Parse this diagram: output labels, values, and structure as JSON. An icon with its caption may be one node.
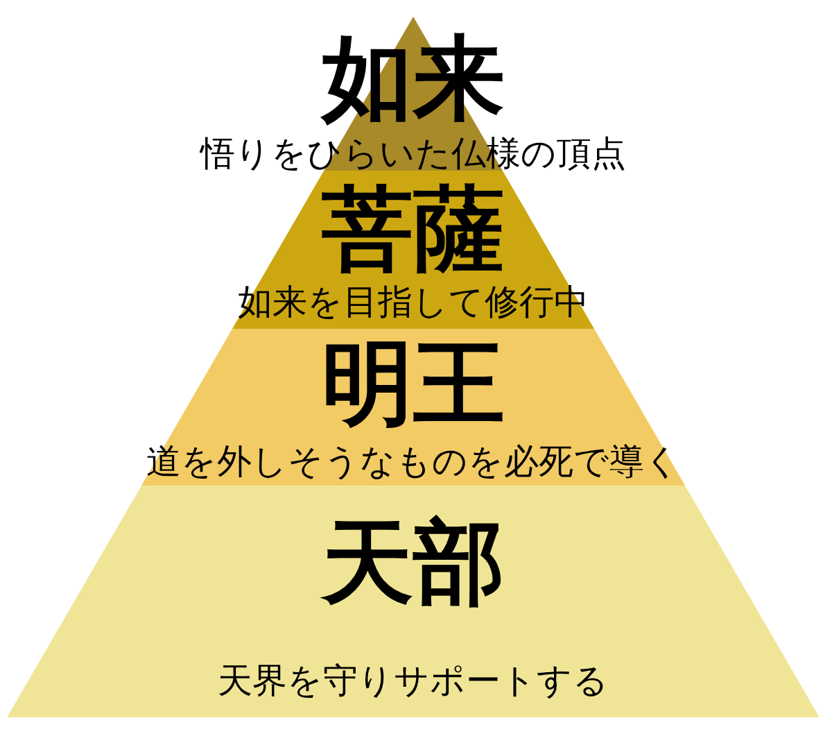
{
  "diagram": {
    "nodes": [
      {
        "text": [
          "如来",
          "悟りをひらいた仏様の頂点"
        ]
      },
      {
        "text": [
          "菩薩",
          "如来を目指して修行中"
        ]
      },
      {
        "text": [
          "明王",
          "道を外しそうなものを必死で導く"
        ]
      },
      {
        "text": [
          "天部",
          "天界を守りサポートする"
        ]
      }
    ]
  }
}
